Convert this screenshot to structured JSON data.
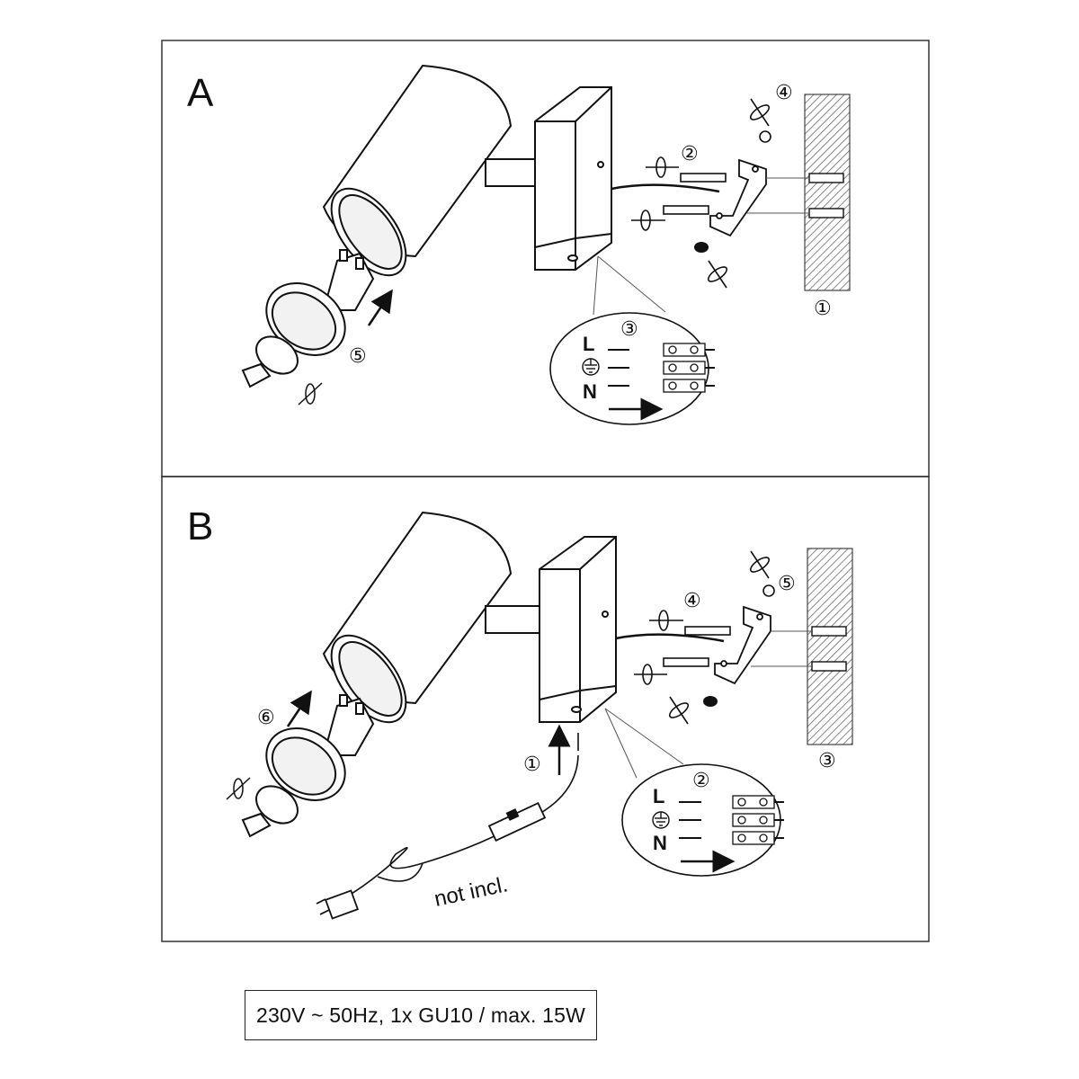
{
  "panels": [
    {
      "label": "A",
      "steps": [
        "①",
        "②",
        "③",
        "④",
        "⑤"
      ],
      "wiring": {
        "labels": [
          "L",
          "N"
        ]
      }
    },
    {
      "label": "B",
      "steps": [
        "①",
        "②",
        "③",
        "④",
        "⑤",
        "⑥"
      ],
      "wiring": {
        "labels": [
          "L",
          "N"
        ]
      },
      "note": "not incl."
    }
  ],
  "spec": "230V ~ 50Hz,  1x GU10 / max. 15W",
  "colors": {
    "line": "#111111",
    "hatch": "#555555",
    "background": "#ffffff"
  }
}
